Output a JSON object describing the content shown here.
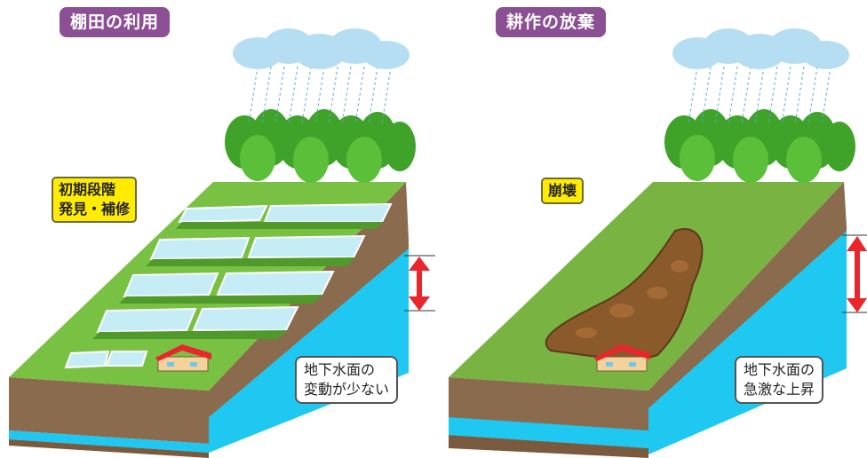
{
  "colors": {
    "title_bg": "#8b4f94",
    "note_bg": "#ffec00",
    "arrow": "#e8262b",
    "water": "#1ec8f0",
    "soil": "#8a6b4e",
    "grass": "#6cbf3a"
  },
  "panels": [
    {
      "title": "棚田の利用",
      "note_lines": [
        "初期段階",
        "発見・補修"
      ],
      "groundwater_lines": [
        "地下水面の",
        "変動が少ない"
      ]
    },
    {
      "title": "耕作の放棄",
      "note_lines": [
        "崩壊"
      ],
      "groundwater_lines": [
        "地下水面の",
        "急激な上昇"
      ]
    }
  ],
  "icons": [
    "cloud-icon",
    "rain-icon",
    "tree-icon",
    "house-icon",
    "double-arrow-icon"
  ]
}
